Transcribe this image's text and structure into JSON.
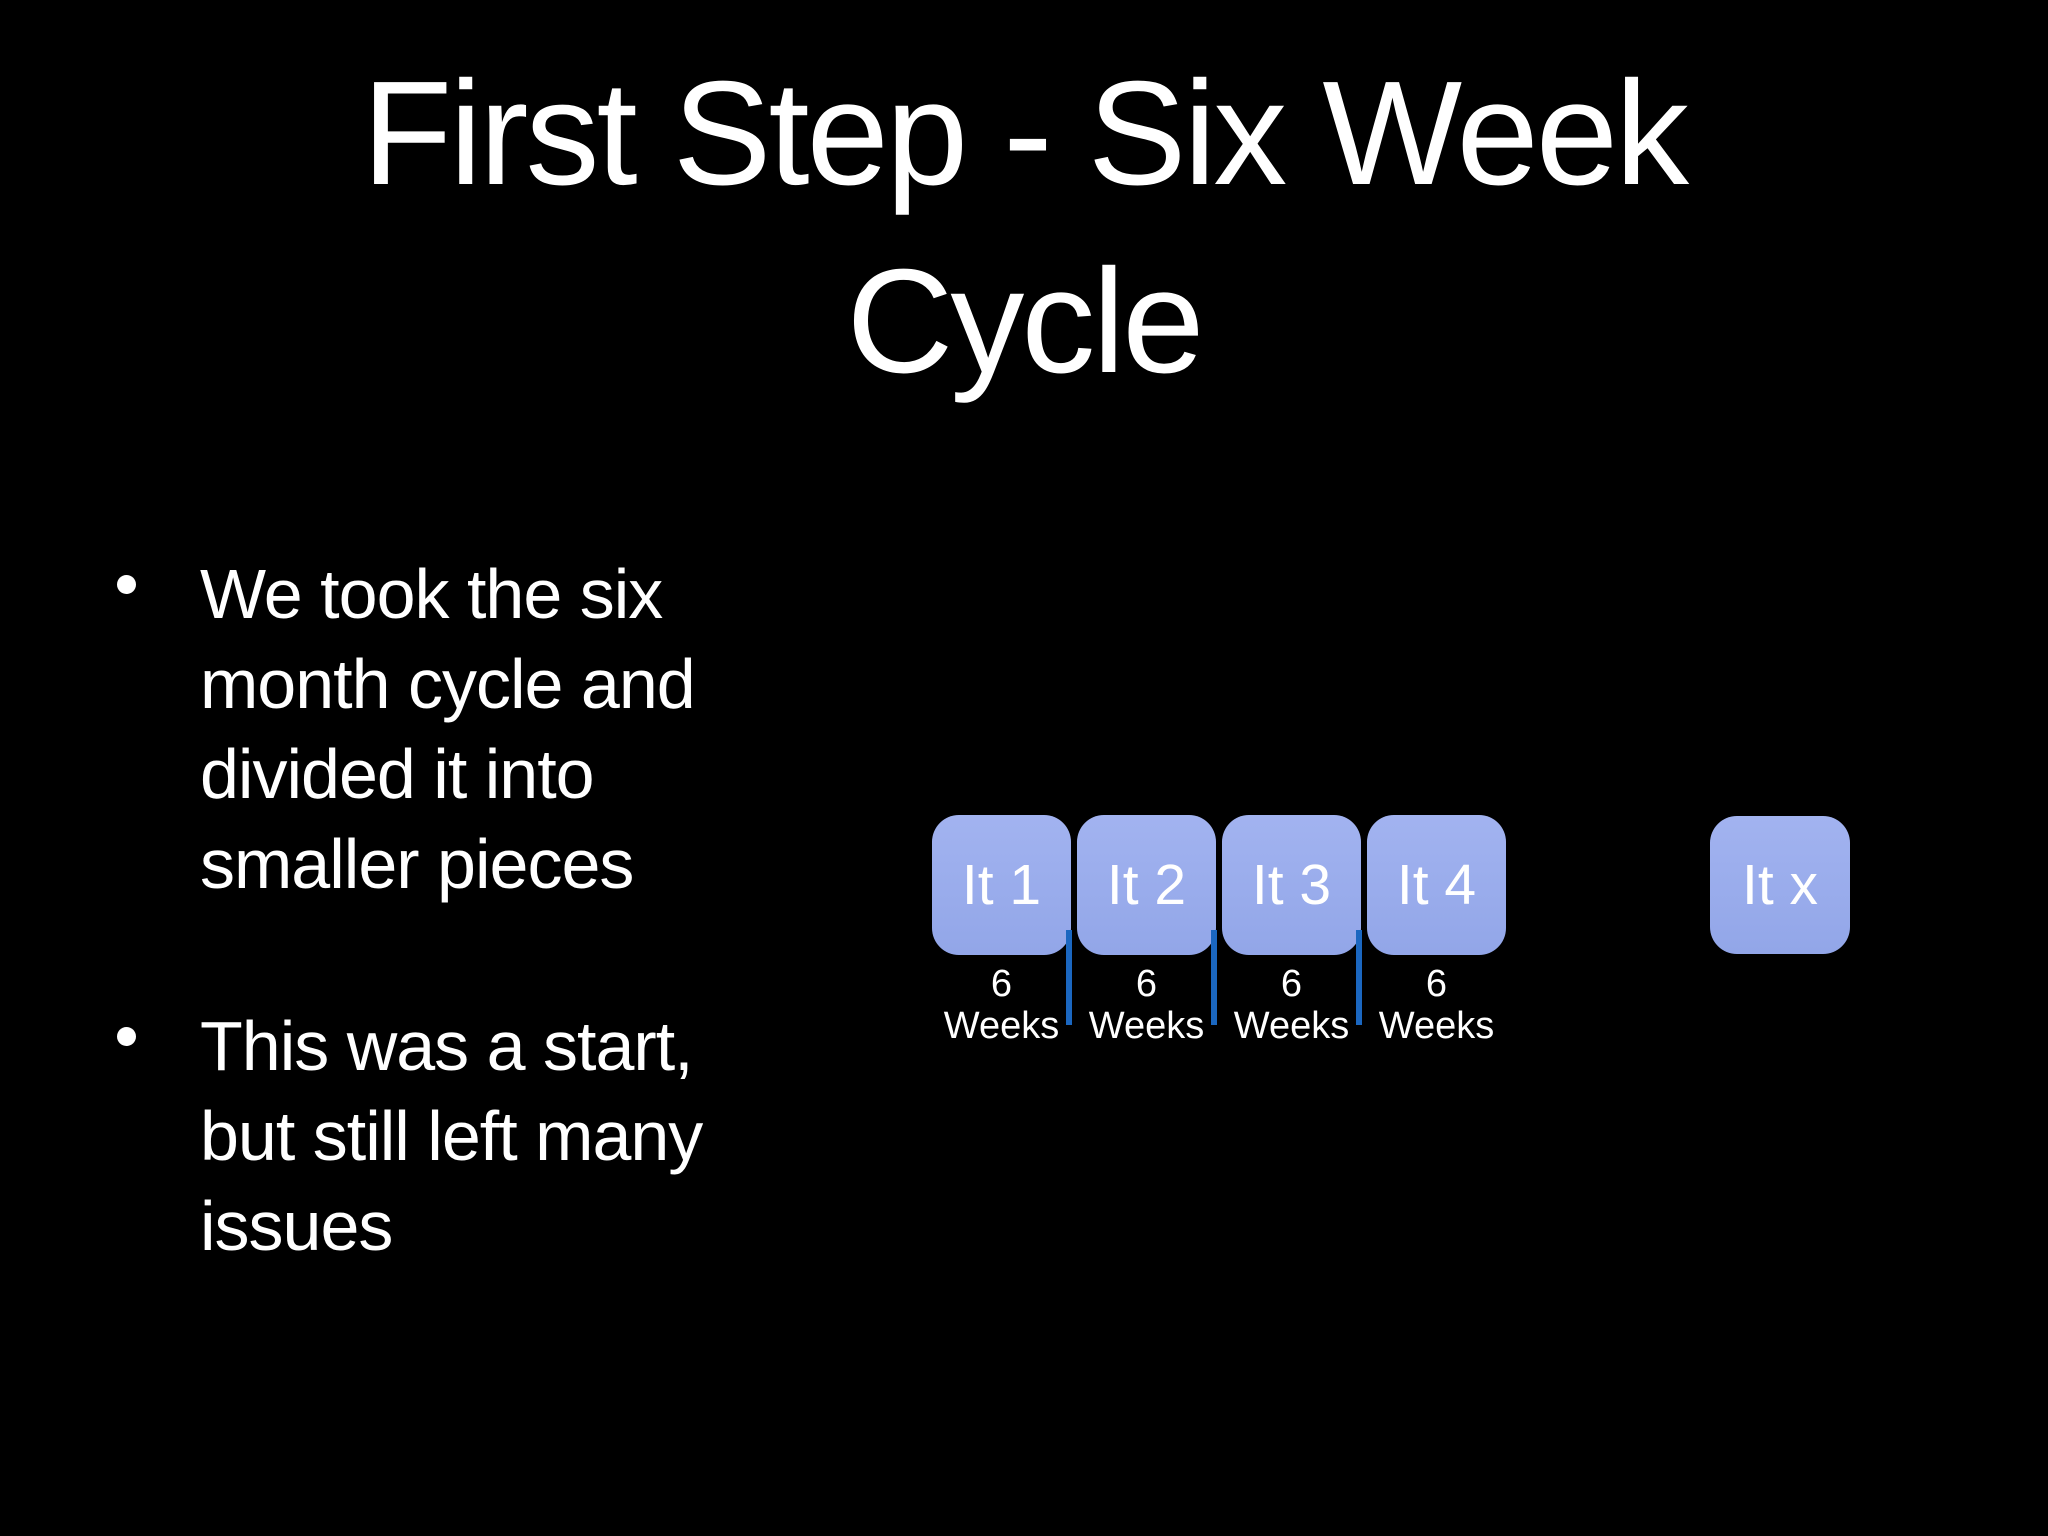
{
  "slide": {
    "title": {
      "line1": "First Step - Six Week",
      "line2": "Cycle"
    },
    "bullets": [
      {
        "lines": [
          "We took the six",
          "month cycle and",
          "divided it into",
          "smaller pieces"
        ]
      },
      {
        "lines": [
          "This was a start,",
          "but still left many",
          "issues"
        ]
      }
    ],
    "diagram": {
      "iterations": [
        {
          "label": "It 1",
          "duration_top": "6",
          "duration_bottom": "Weeks"
        },
        {
          "label": "It 2",
          "duration_top": "6",
          "duration_bottom": "Weeks"
        },
        {
          "label": "It 3",
          "duration_top": "6",
          "duration_bottom": "Weeks"
        },
        {
          "label": "It 4",
          "duration_top": "6",
          "duration_bottom": "Weeks"
        }
      ],
      "final_iteration": {
        "label": "It x"
      }
    },
    "colors": {
      "bg": "#000000",
      "text": "#ffffff",
      "box_fill_top": "#a2b3f0",
      "box_fill_bottom": "#92a6e8",
      "divider_line": "#1b67c0"
    }
  }
}
